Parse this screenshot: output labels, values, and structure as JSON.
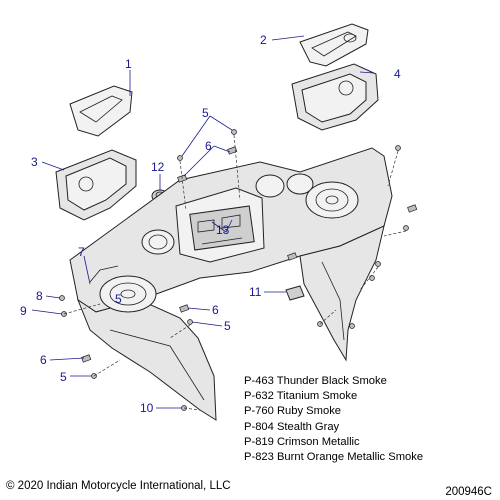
{
  "callouts": [
    {
      "id": "c1",
      "label": "1"
    },
    {
      "id": "c2",
      "label": "2"
    },
    {
      "id": "c3",
      "label": "3"
    },
    {
      "id": "c4",
      "label": "4"
    },
    {
      "id": "c5a",
      "label": "5"
    },
    {
      "id": "c5b",
      "label": "5"
    },
    {
      "id": "c5c",
      "label": "5"
    },
    {
      "id": "c5d",
      "label": "5"
    },
    {
      "id": "c6a",
      "label": "6"
    },
    {
      "id": "c6b",
      "label": "6"
    },
    {
      "id": "c6c",
      "label": "6"
    },
    {
      "id": "c7",
      "label": "7"
    },
    {
      "id": "c8",
      "label": "8"
    },
    {
      "id": "c9",
      "label": "9"
    },
    {
      "id": "c10",
      "label": "10"
    },
    {
      "id": "c11",
      "label": "11"
    },
    {
      "id": "c12",
      "label": "12"
    },
    {
      "id": "c13",
      "label": "13"
    }
  ],
  "legend": [
    "P-463 Thunder Black Smoke",
    "P-632 Titanium Smoke",
    "P-760 Ruby Smoke",
    "P-804 Stealth Gray",
    "P-819 Crimson Metallic",
    "P-823 Burnt Orange Metallic Smoke"
  ],
  "copyright": "© 2020 Indian Motorcycle International, LLC",
  "drawing_id": "200946C"
}
